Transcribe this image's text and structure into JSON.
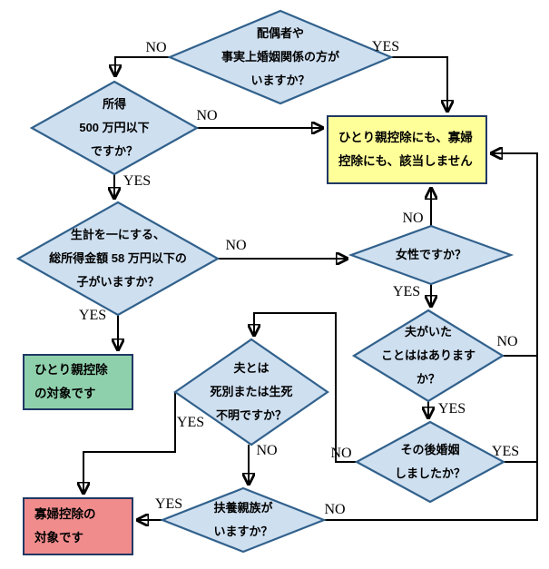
{
  "colors": {
    "diamond_fill": "#CEDFF0",
    "diamond_border": "#31618C",
    "box_border": "#1F3864",
    "result_none_fill": "#FFFF99",
    "result_single_parent_fill": "#8FD0AC",
    "result_widow_fill": "#F18C8D",
    "line": "#000000"
  },
  "nodes": {
    "spouse": {
      "type": "decision",
      "lines": [
        "配偶者や",
        "事実上婚姻関係の方が",
        "いますか？"
      ]
    },
    "income": {
      "type": "decision",
      "lines": [
        "所得",
        "500 万円以下",
        "ですか？"
      ]
    },
    "child": {
      "type": "decision",
      "lines": [
        "生計を一にする、",
        "総所得金額 58 万円以下の",
        "子がいますか？"
      ]
    },
    "female": {
      "type": "decision",
      "lines": [
        "女性ですか？"
      ]
    },
    "had_husband": {
      "type": "decision",
      "lines": [
        "夫がいた",
        "ことははあります",
        "か？"
      ]
    },
    "remarried": {
      "type": "decision",
      "lines": [
        "その後婚姻",
        "しましたか？"
      ]
    },
    "widowed": {
      "type": "decision",
      "lines": [
        "夫とは",
        "死別または生死",
        "不明ですか？"
      ]
    },
    "dependents": {
      "type": "decision",
      "lines": [
        "扶養親族が",
        "いますか？"
      ]
    },
    "not_eligible": {
      "type": "result",
      "lines": [
        "ひとり親控除にも、寡婦",
        "控除にも、該当しません"
      ]
    },
    "single_parent": {
      "type": "result",
      "lines": [
        "ひとり親控除",
        "の対象です"
      ]
    },
    "widow": {
      "type": "result",
      "lines": [
        "寡婦控除の",
        "対象です"
      ]
    }
  },
  "edge_labels": {
    "spouse_no": "NO",
    "spouse_yes": "YES",
    "income_no": "NO",
    "income_yes": "YES",
    "child_no": "NO",
    "child_yes": "YES",
    "female_no": "NO",
    "female_yes": "YES",
    "had_husband_no": "NO",
    "had_husband_yes": "YES",
    "remarried_yes": "YES",
    "remarried_no": "NO",
    "widowed_yes": "YES",
    "widowed_no": "NO",
    "dependents_yes": "YES",
    "dependents_no": "NO"
  }
}
